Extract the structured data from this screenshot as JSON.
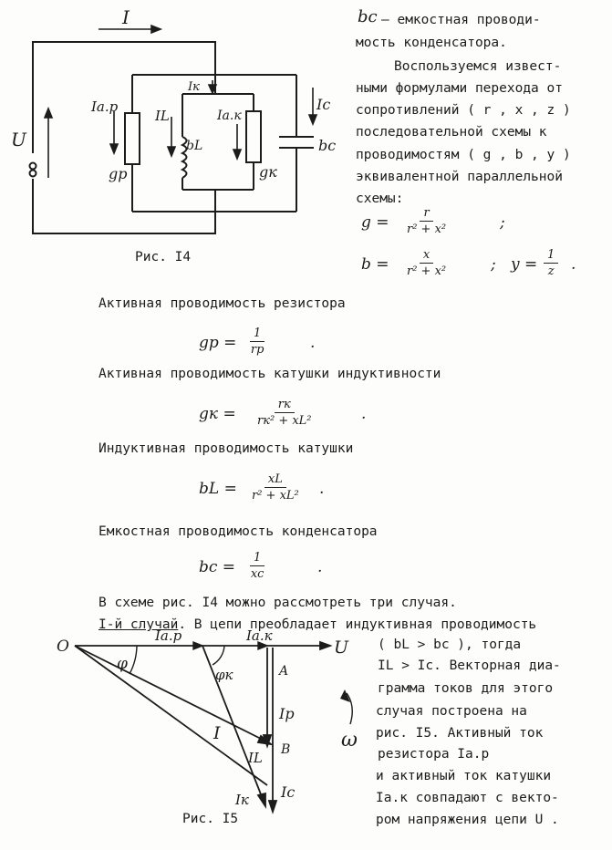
{
  "figure14": {
    "caption": "Рис. I4",
    "labels": {
      "I": "I",
      "U": "U",
      "Iap": "Iа.р",
      "IL": "IL",
      "Ik": "Iк",
      "Iak": "Iа.к",
      "Ic": "Ic",
      "bL": "bL",
      "gp": "gр",
      "gk": "gк",
      "bc": "bc"
    }
  },
  "intro": {
    "lines": [
      "– емкостная проводи-",
      "мость конденсатора.",
      "Воспользуемся извест-",
      "ными формулами перехода от",
      "сопротивлений ( r , x , z )",
      "последовательной схемы к",
      "проводимостям ( g , b , y )",
      "эквивалентной параллельной",
      "схемы:"
    ],
    "bc_symbol": "bc"
  },
  "formulas": {
    "g": {
      "lhs": "g =",
      "num": "r",
      "den": "r² + x²",
      "tail": ";"
    },
    "b": {
      "lhs": "b =",
      "num": "x",
      "den": "r² + x²",
      "tail": ";"
    },
    "y": {
      "lhs": "y =",
      "num": "1",
      "den": "z",
      "tail": "."
    },
    "gp": {
      "lhs": "gр =",
      "num": "1",
      "den": "rр",
      "tail": "."
    },
    "gk": {
      "lhs": "gк =",
      "num": "rк",
      "den": "rк² + xL²",
      "tail": "."
    },
    "bL": {
      "lhs": "bL =",
      "num": "xL",
      "den": "r² + xL²",
      "tail": "."
    },
    "bc": {
      "lhs": "bc =",
      "num": "1",
      "den": "xc",
      "tail": "."
    }
  },
  "body": {
    "active_resistor": "Активная проводимость резистора",
    "active_coil": "Активная проводимость катушки индуктивности",
    "inductive_coil": "Индуктивная проводимость катушки",
    "capacitive": "Емкостная проводимость конденсатора",
    "three_cases": "В схеме рис. I4 можно рассмотреть три случая.",
    "case1_title": "I-й случай",
    "case1_rest": ". В цепи преобладает индуктивная проводимость"
  },
  "case1_side": {
    "lines": [
      "( bL > bc ), тогда",
      "IL > Ic. Векторная диа-",
      "грамма токов для этого",
      "случая построена на",
      "рис. I5. Активный ток",
      "резистора   Iа.р",
      "и активный ток катушки",
      "Iа.к совпадают с векто-",
      "ром напряжения цепи  U ."
    ]
  },
  "figure15": {
    "caption": "Рис. I5",
    "labels": {
      "O": "O",
      "phi": "φ",
      "phik": "φк",
      "Iap": "Iа.р",
      "Iak": "Iа.к",
      "U": "U",
      "A": "A",
      "Ip": "Iр",
      "I": "I",
      "IL": "IL",
      "B": "B",
      "Ik": "Iк",
      "Ic": "Ic",
      "omega": "ω"
    }
  }
}
